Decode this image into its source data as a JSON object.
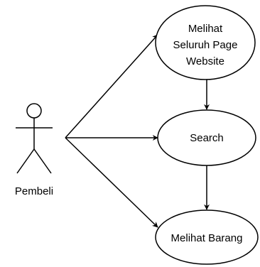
{
  "actor": {
    "name": "Pembeli"
  },
  "use_cases": {
    "view_page": {
      "lines": [
        "Melihat",
        "Seluruh Page",
        "Website"
      ]
    },
    "search": {
      "label": "Search"
    },
    "view_item": {
      "label": "Melihat Barang"
    }
  }
}
